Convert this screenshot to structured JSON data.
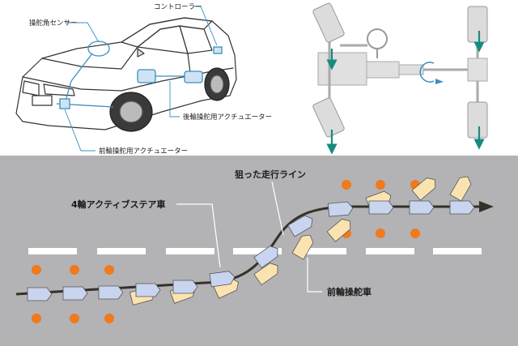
{
  "top": {
    "car_labels": {
      "steering_angle_sensor": "操舵角センサー",
      "controller": "コントローラー",
      "rear_actuator": "後輪操舵用アクチュエーター",
      "front_actuator": "前輪操舵用アクチュエーター"
    }
  },
  "road": {
    "target_line_label": "狙った走行ライン",
    "four_wheel_car_label": "4輪アクティブステア車",
    "front_wheel_car_label": "前輪操舵車"
  },
  "colors": {
    "accent_blue": "#3a8fc0",
    "arrow_green": "#178a7e",
    "road_gray": "#b3b3b6",
    "four_wheel_car_fill": "#c9d4ef",
    "front_wheel_car_fill": "#fbe3b0",
    "cone_orange": "#f07a1c",
    "path_dark": "#333128"
  }
}
